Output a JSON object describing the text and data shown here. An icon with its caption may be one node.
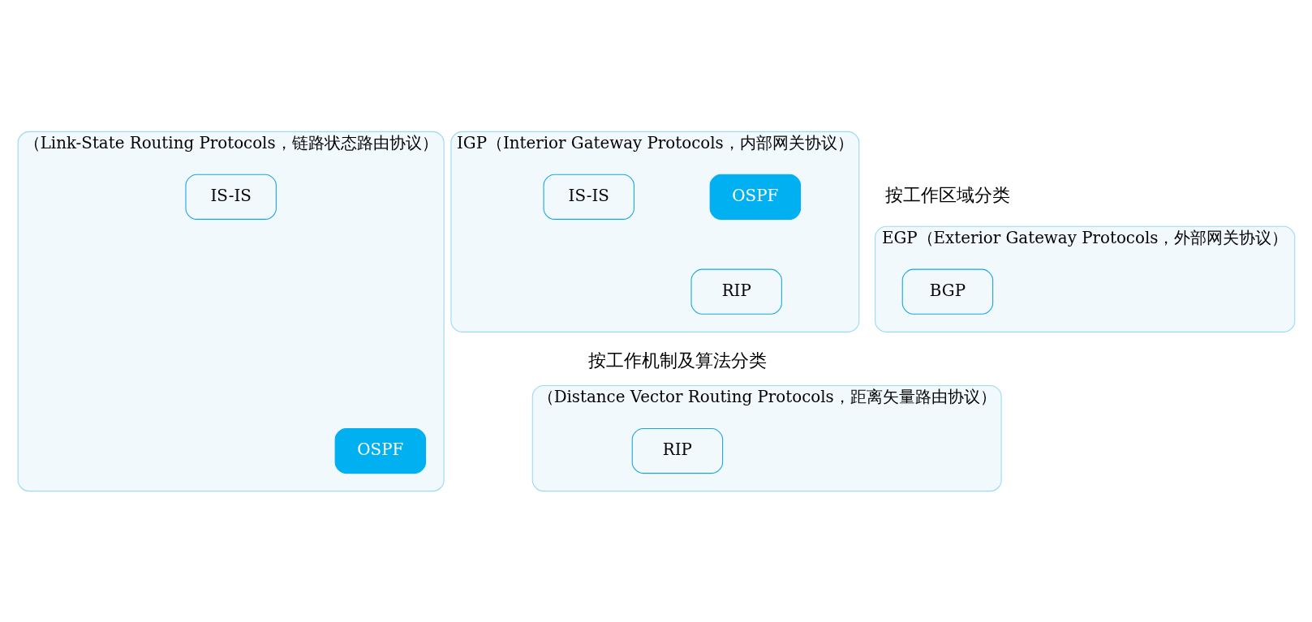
{
  "diagram": {
    "nodes": [
      {
        "text": [
          "IGP（Interior Gateway Protocols，内部网关协议）"
        ]
      },
      {
        "text": [
          "RIP"
        ],
        "in": 0
      },
      {
        "text": [
          "OSPF"
        ],
        "in": 0
      },
      {
        "text": [
          "IS-IS"
        ],
        "in": 0
      },
      {
        "text": [
          "EGP（Exterior Gateway Protocols，外部网关协议）"
        ]
      },
      {
        "text": [
          "BGP"
        ],
        "in": 4
      },
      {
        "text": [
          "（Distance Vector Routing Protocols，距离矢量路由协议）"
        ]
      },
      {
        "text": [
          "RIP"
        ],
        "in": 6
      },
      {
        "text": [
          "（Link-State Routing Protocols，链路状态路由协议）"
        ]
      },
      {
        "text": [
          "OSPF"
        ],
        "in": 8
      },
      {
        "text": [
          "IS-IS"
        ],
        "in": 8
      }
    ],
    "edges": [],
    "labels": [
      "按工作区域分类",
      "按工作机制及算法分类"
    ]
  }
}
